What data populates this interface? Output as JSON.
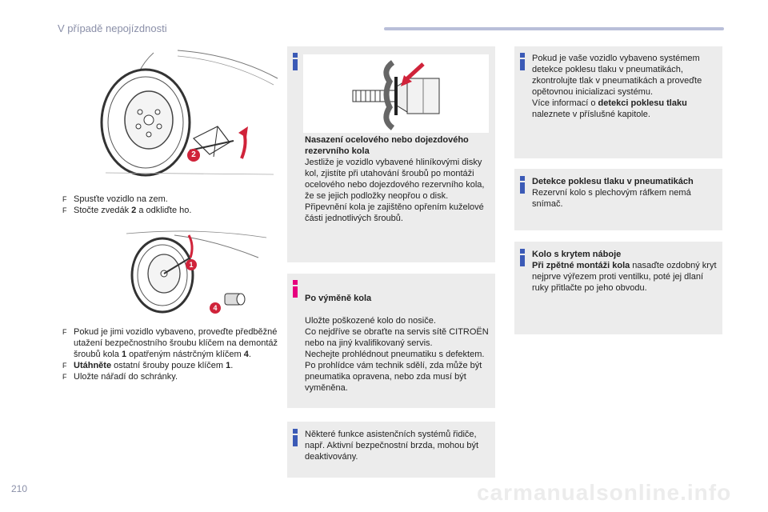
{
  "header": {
    "title": "V případě nepojízdnosti"
  },
  "page_number": "210",
  "watermark": "carmanualsonline.info",
  "figure1": {
    "callout": "2"
  },
  "steps1": [
    {
      "bullet": "F",
      "text": "Spusťte vozidlo na zem."
    },
    {
      "bullet": "F",
      "pre": "Stočte zvedák ",
      "bold": "2",
      "post": " a odkliďte ho."
    }
  ],
  "figure2": {
    "callout_a": "1",
    "callout_b": "4"
  },
  "steps2": {
    "item1": {
      "bullet": "F",
      "pre": "Pokud je jimi vozidlo vybaveno, proveďte předběžné utažení bezpečnostního šroubu klíčem na demontáž šroubů kola ",
      "bold1": "1",
      "mid": " opatřeným nástrčným klíčem ",
      "bold2": "4",
      "post": "."
    },
    "item2": {
      "bullet": "F",
      "bold": "Utáhněte",
      "pre": " ostatní šrouby pouze klíčem ",
      "bold2": "1",
      "post": "."
    },
    "item3": {
      "bullet": "F",
      "text": "Uložte nářadí do schránky."
    }
  },
  "box_steel": {
    "title": "Nasazení ocelového nebo dojezdového rezervního kola",
    "body": "Jestliže je vozidlo vybavené hliníkovými disky kol, zjistíte při utahování šroubů po montáži ocelového nebo dojezdového rezervního kola, že se jejich podložky neopřou o disk. Připevnění kola je zajištěno opřením kuželové části jednotlivých šroubů."
  },
  "box_after": {
    "title": "Po výměně kola",
    "body": "Uložte poškozené kolo do nosiče.\nCo nejdříve se obraťte na servis sítě CITROËN nebo na jiný kvalifikovaný servis.\nNechejte prohlédnout pneumatiku s defektem. Po prohlídce vám technik sdělí, zda může být pneumatika opravena, nebo zda musí být vyměněna."
  },
  "box_adas": {
    "body": "Některé funkce asistenčních systémů řidiče, např. Aktivní bezpečnostní brzda, mohou být deaktivovány."
  },
  "box_tpms_reinit": {
    "body": "Pokud je vaše vozidlo vybaveno systémem detekce poklesu tlaku v pneumatikách, zkontrolujte tlak v pneumatikách a proveďte opětovnou inicializaci systému.",
    "pre": "Více informací o ",
    "bold": "detekci poklesu tlaku",
    "post": " naleznete v příslušné kapitole."
  },
  "box_tpms_spare": {
    "title": "Detekce poklesu tlaku v pneumatikách",
    "body": "Rezervní kolo s plechovým ráfkem nemá snímač."
  },
  "box_hubcap": {
    "title": "Kolo s krytem náboje",
    "bold": "Při zpětné montáži kola",
    "body": " nasaďte ozdobný kryt nejprve výřezem proti ventilku, poté jej dlaní ruky přitlačte po jeho obvodu."
  },
  "colors": {
    "accent_blue": "#3b5ab6",
    "accent_magenta": "#e6007e",
    "callout_red": "#d0233a",
    "box_grey": "#ececec"
  }
}
